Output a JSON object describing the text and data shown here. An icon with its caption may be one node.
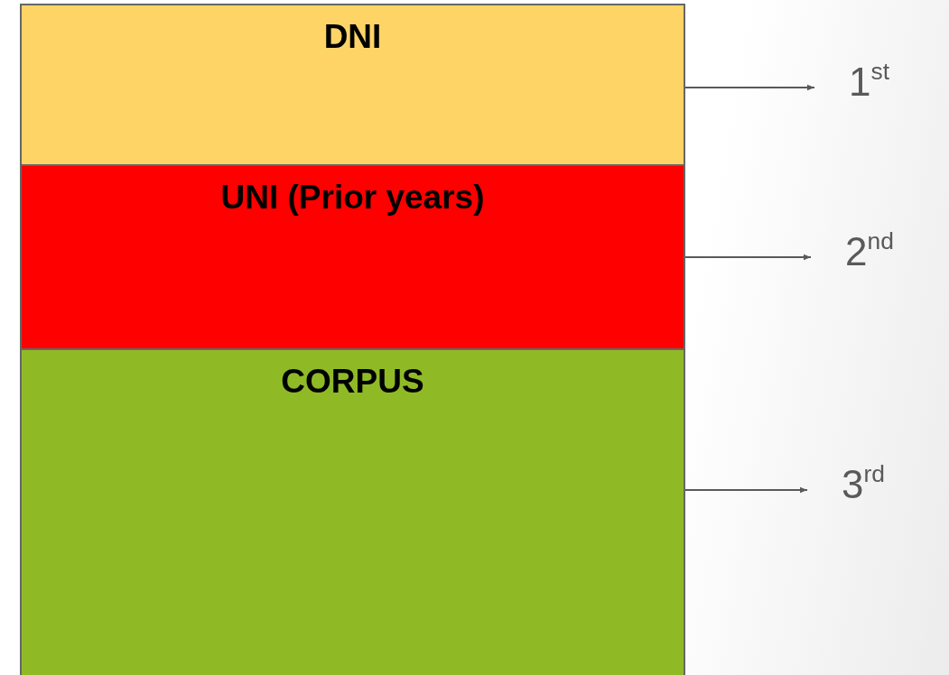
{
  "diagram": {
    "nodes": [
      {
        "text": [
          "DNI"
        ]
      },
      {
        "text": [
          "UNI (Prior years)"
        ]
      },
      {
        "text": [
          "CORPUS"
        ]
      },
      {
        "text": [
          "1$^{st}$"
        ]
      },
      {
        "text": [
          "2$^{nd}$"
        ]
      },
      {
        "text": [
          "3$^{rd}$"
        ]
      }
    ],
    "edges": [
      {
        "from": 0,
        "to": 3,
        "arrow": "to"
      },
      {
        "from": 1,
        "to": 4,
        "arrow": "to"
      },
      {
        "from": 2,
        "to": 5,
        "arrow": "to"
      }
    ]
  }
}
